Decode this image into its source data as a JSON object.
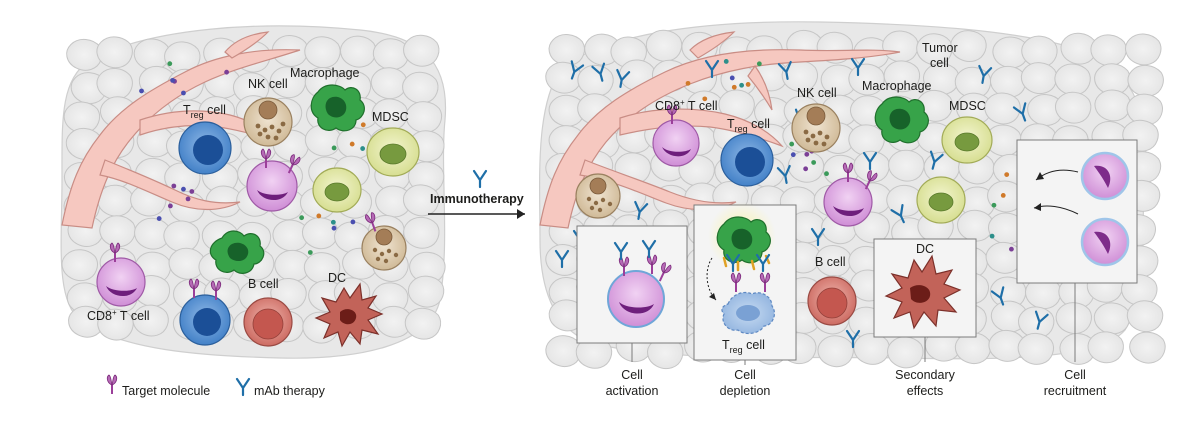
{
  "colors": {
    "tissue": "#ececec",
    "tissue_stroke": "#c9c9c9",
    "vessel": "#f6c8c0",
    "vessel_stroke": "#c98d85",
    "mab": "#1f6fa8",
    "target_molecule": "#9b3f99",
    "treg_blue": "#1b59a6",
    "nk_tan": "#dccab0",
    "macrophage_green": "#2f9a3e",
    "mdsc_yellowgreen": "#dfe5a6",
    "cd8_purple": "#c98ad1",
    "bcell_red": "#cf6b63",
    "dc_red": "#a8413a"
  },
  "left_panel": {
    "labels": {
      "nk_cell": "NK cell",
      "macrophage": "Macrophage",
      "treg_T": "T",
      "treg_sub": "reg",
      "treg_cell": " cell",
      "mdsc": "MDSC",
      "cd8_cell": "CD8",
      "cd8_sup": "+",
      "cd8_rest": " T cell",
      "b_cell": "B cell",
      "dc": "DC"
    }
  },
  "arrow": {
    "label": "Immunotherapy",
    "icon": "mab-icon"
  },
  "right_panel": {
    "labels": {
      "tumor_cell_line1": "Tumor",
      "tumor_cell_line2": "cell",
      "cd8_cell": "CD8",
      "cd8_sup": "+",
      "cd8_rest": " T cell",
      "treg_T": "T",
      "treg_sub": "reg",
      "treg_cell": " cell",
      "nk_cell": "NK cell",
      "macrophage": "Macrophage",
      "mdsc": "MDSC",
      "b_cell": "B cell",
      "dc": "DC",
      "depleted_treg_T": "T",
      "depleted_treg_sub": "reg",
      "depleted_treg_cell": " cell"
    },
    "mechanisms": [
      {
        "line1": "Cell",
        "line2": "activation"
      },
      {
        "line1": "Cell",
        "line2": "depletion"
      },
      {
        "line1": "Secondary",
        "line2": "effects"
      },
      {
        "line1": "Cell",
        "line2": "recruitment"
      }
    ]
  },
  "legend": {
    "target_molecule": "Target molecule",
    "mab_therapy": "mAb therapy"
  }
}
